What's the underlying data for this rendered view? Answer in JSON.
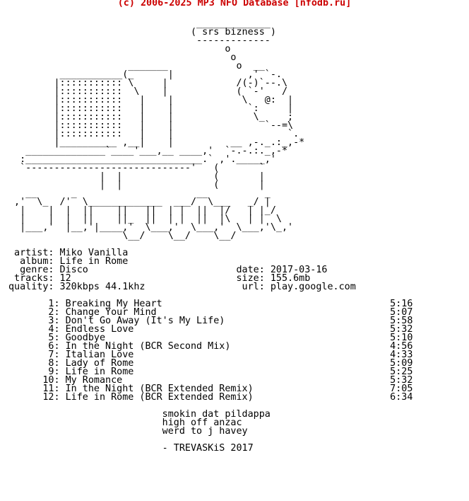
{
  "header": "(c) 2006-2025 MP3 NFO Database [nfodb.ru]",
  "art_lines": [
    "                                 _____________",
    "                                ( srs bizness )",
    "                                 -------------",
    "                                      o",
    "                                       o",
    "                     _______            o  __",
    "         ___________(_      |             ,' `-.",
    "        |::::::::::: \\     |            /(-)`--.\\",
    "        |:::::::::::  \\    |            ( `-'   /",
    "        |:::::::::::   |    |            \\   @:  |",
    "        |:::::::::::   |    |             `:     |",
    "        |:::::::::::   |    |              \\_    ;",
    "        |:::::::::::   |    |                `--=\\",
    "        |:::::::::::   |    |                    `.",
    "        |__________ ,__|    |          __ ,-._.:_,-*",
    "   ______________`____'___,__ ____,'  `-.-.:._,-*",
    "  :_______________________________.` ,'._____,'",
    "  `-----------------------------'   (       `",
    "                |  |                (       |",
    "                |  |                (       |",
    "   __      _                     __          _",
    " ,'  \\_  /'  \\_____________  ___/  \\___   _/ |",
    "  |    |  |  ||    ||   ||  | |  ||  |/   | |_/",
    "  |    |  |  ||    ||_  ||  | |  ||  |\\   | |  \\",
    "  |___,'  |__,'|____,'  \\___,'  \\___,'  \\___,'\\_,'",
    "                    \\__/    \\__/    \\__/"
  ],
  "meta": {
    "artist_label": "artist",
    "artist": "Miko Vanilla",
    "album_label": "album",
    "album": "Life in Rome",
    "genre_label": "genre",
    "genre": "Disco",
    "tracks_label": "tracks",
    "tracks": "12",
    "quality_label": "quality",
    "quality": "320kbps 44.1khz",
    "date_label": "date",
    "date": "2017-03-16",
    "size_label": "size",
    "size": "155.6mb",
    "url_label": "url",
    "url": "play.google.com"
  },
  "tracklist": [
    {
      "num": "1",
      "title": "Breaking My Heart",
      "time": "5:16"
    },
    {
      "num": "2",
      "title": "Change Your Mind",
      "time": "5:07"
    },
    {
      "num": "3",
      "title": "Don't Go Away (It's My Life)",
      "time": "5:58"
    },
    {
      "num": "4",
      "title": "Endless Love",
      "time": "5:32"
    },
    {
      "num": "5",
      "title": "Goodbye",
      "time": "5:10"
    },
    {
      "num": "6",
      "title": "In the Night (BCR Second Mix)",
      "time": "4:56"
    },
    {
      "num": "7",
      "title": "Italian Love",
      "time": "4:33"
    },
    {
      "num": "8",
      "title": "Lady of Rome",
      "time": "5:09"
    },
    {
      "num": "9",
      "title": "Life in Rome",
      "time": "5:25"
    },
    {
      "num": "10",
      "title": "My Romance",
      "time": "5:32"
    },
    {
      "num": "11",
      "title": "In the Night (BCR Extended Remix)",
      "time": "7:05"
    },
    {
      "num": "12",
      "title": "Life in Rome (BCR Extended Remix)",
      "time": "6:34"
    }
  ],
  "notes": [
    "smokin dat pildappa",
    "high off anzac",
    "werd to j havey"
  ],
  "signoff": "- TREVASKiS 2017"
}
